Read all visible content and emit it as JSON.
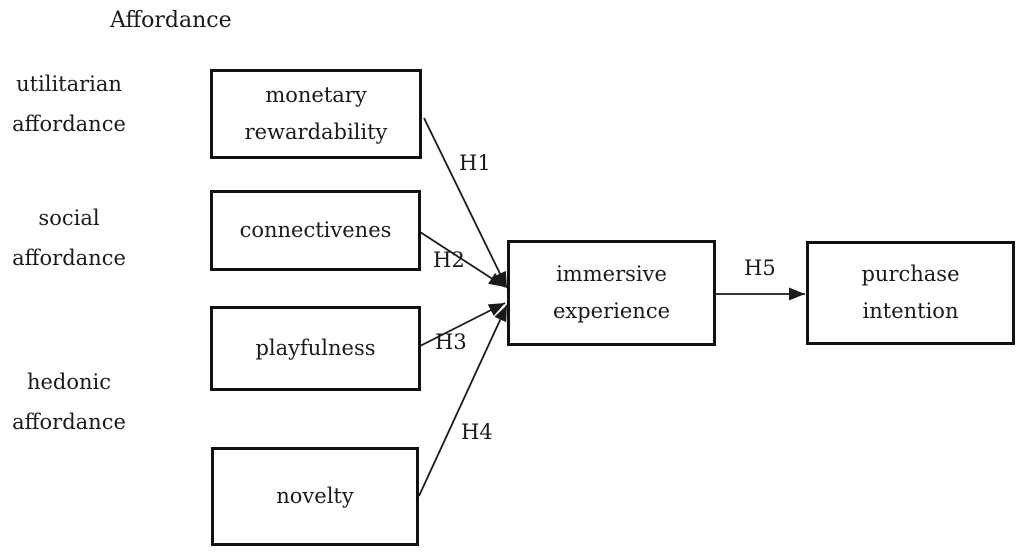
{
  "figure": {
    "title": "Affordance",
    "side_labels": [
      {
        "line1": "utilitarian",
        "line2": "affordance"
      },
      {
        "line1": "social",
        "line2": "affordance"
      },
      {
        "line1": "hedonic",
        "line2": "affordance"
      }
    ],
    "constructs": {
      "monetary_rewardability": {
        "line1": "monetary",
        "line2": "rewardability"
      },
      "connectiveness": {
        "label": "connectivenes"
      },
      "playfulness": {
        "label": "playfulness"
      },
      "novelty": {
        "label": "novelty"
      },
      "immersive_experience": {
        "line1": "immersive",
        "line2": "experience"
      },
      "purchase_intention": {
        "line1": "purchase",
        "line2": "intention"
      }
    },
    "hypothesis_labels": {
      "h1": "H1",
      "h2": "H2",
      "h3": "H3",
      "h4": "H4",
      "h5": "H5"
    },
    "colors": {
      "background": "#ffffff",
      "ink": "#1a1a1a",
      "box_border": "#111111"
    }
  }
}
